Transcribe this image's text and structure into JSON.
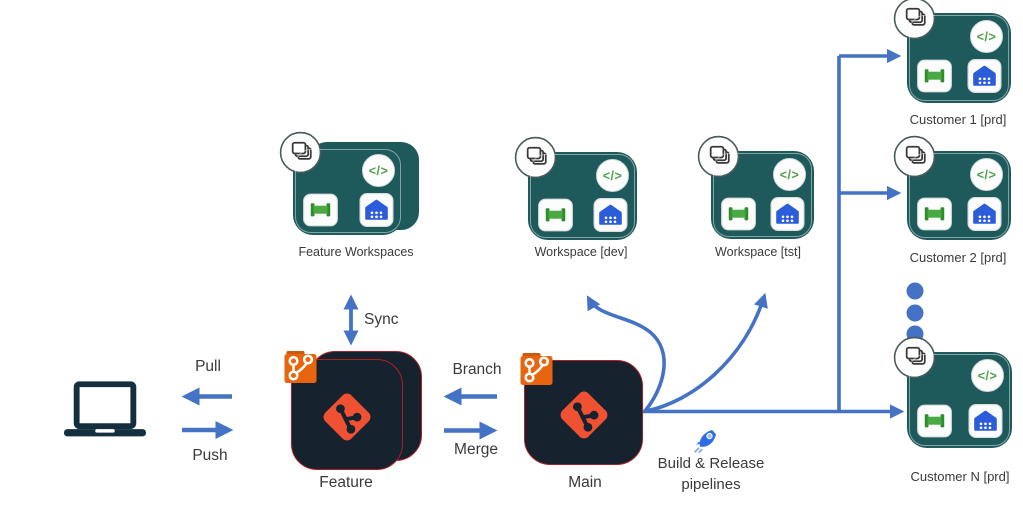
{
  "nodes": {
    "feature_workspaces": {
      "label": "Feature Workspaces"
    },
    "workspace_dev": {
      "label": "Workspace [dev]"
    },
    "workspace_tst": {
      "label": "Workspace [tst]"
    },
    "customer_1": {
      "label": "Customer 1 [prd]"
    },
    "customer_2": {
      "label": "Customer 2 [prd]"
    },
    "customer_n": {
      "label": "Customer N [prd]"
    },
    "feature_repo": {
      "label": "Feature"
    },
    "main_repo": {
      "label": "Main"
    }
  },
  "edges": {
    "pull_label": "Pull",
    "push_label": "Push",
    "sync_label": "Sync",
    "branch_label": "Branch",
    "merge_label": "Merge",
    "pipelines_label_line1": "Build & Release",
    "pipelines_label_line2": "pipelines"
  },
  "icons": {
    "code_glyph": "</>",
    "workspace_badge": "stacked-items-icon",
    "workspace_item_icons": [
      "code-icon",
      "pipeline-bench-icon",
      "house-icon"
    ],
    "repo_badge": "git-branch-icon",
    "repo_logo": "git-logo-icon",
    "client_device": "laptop-icon",
    "pipelines_icon": "rocket-icon",
    "continuation": "vertical-ellipsis-dots"
  },
  "colors": {
    "arrow_blue": "#4472C4",
    "workspace_teal": "#1E5A5C",
    "git_box_dark": "#16222E",
    "git_border_red": "#AD1F23",
    "git_logo_orange": "#F05133",
    "badge_orange": "#E8650F",
    "code_green": "#4EA24E",
    "bench_green": "#49A942",
    "house_blue": "#2B5CD9",
    "laptop_navy": "#14303F",
    "text": "#3A3A3A"
  }
}
